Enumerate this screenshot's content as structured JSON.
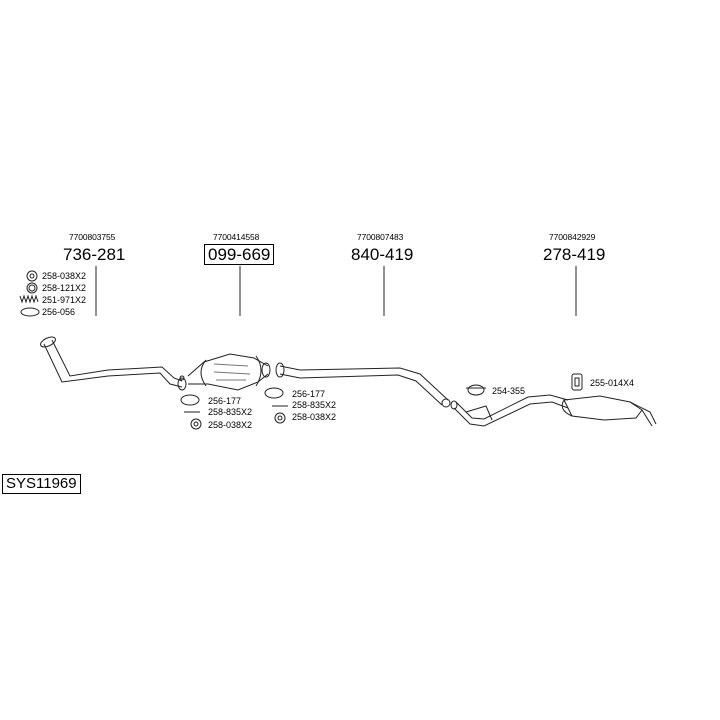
{
  "system_code": "SYS11969",
  "sections": [
    {
      "oem": "7700803755",
      "part": "736-281",
      "accessories": [
        "258-038X2",
        "258-121X2",
        "251-971X2",
        "256-056"
      ]
    },
    {
      "oem": "7700414558",
      "part": "099-669",
      "accessories": [
        "256-177",
        "258-835X2",
        "258-038X2"
      ]
    },
    {
      "oem": "7700807483",
      "part": "840-419",
      "accessories": [
        "256-177",
        "258-835X2",
        "258-038X2"
      ]
    },
    {
      "oem": "7700842929",
      "part": "278-419",
      "accessories": [
        "254-355",
        "255-014X4"
      ]
    }
  ]
}
